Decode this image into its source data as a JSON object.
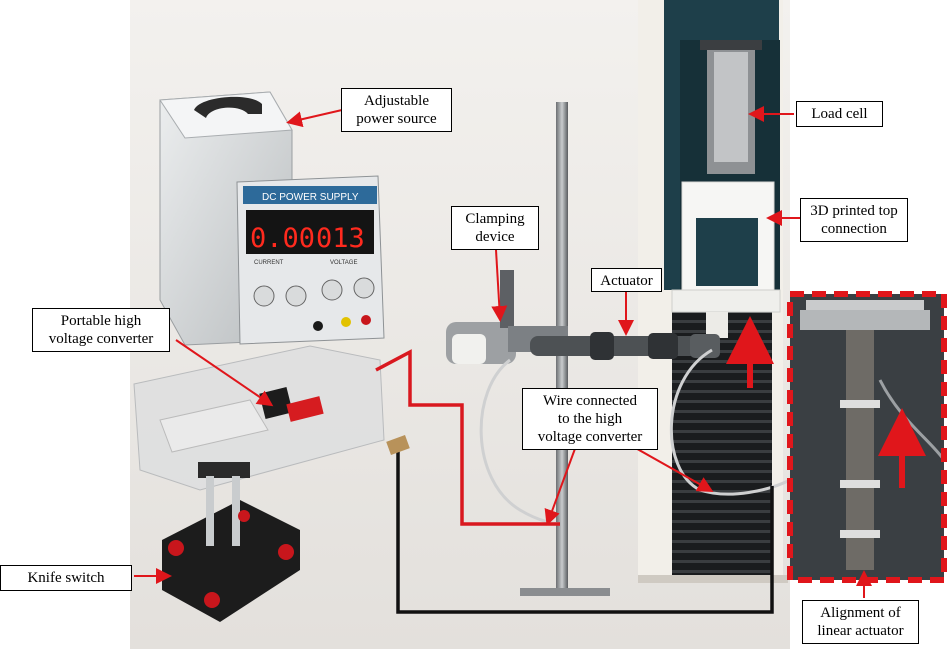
{
  "labels": {
    "power_source": "Adjustable\npower source",
    "load_cell": "Load cell",
    "top_connection": "3D printed top\nconnection",
    "clamping_device": "Clamping\ndevice",
    "actuator": "Actuator",
    "hv_converter": "Portable high\nvoltage converter",
    "wire": "Wire connected\nto the high\nvoltage converter",
    "knife_switch": "Knife switch",
    "alignment": "Alignment of\nlinear actuator"
  },
  "power_supply": {
    "brand_text": "DC POWER SUPPLY",
    "current_display": "0.00",
    "voltage_display": "013",
    "current_label": "CURRENT",
    "voltage_label": "VOLTAGE"
  },
  "colors": {
    "arrow": "#e0161b",
    "wire_red": "#d9181f",
    "wire_black": "#111111",
    "inset_border": "#e0161b",
    "led": "#ff2a1e",
    "machine_body": "#1e3f4a"
  }
}
